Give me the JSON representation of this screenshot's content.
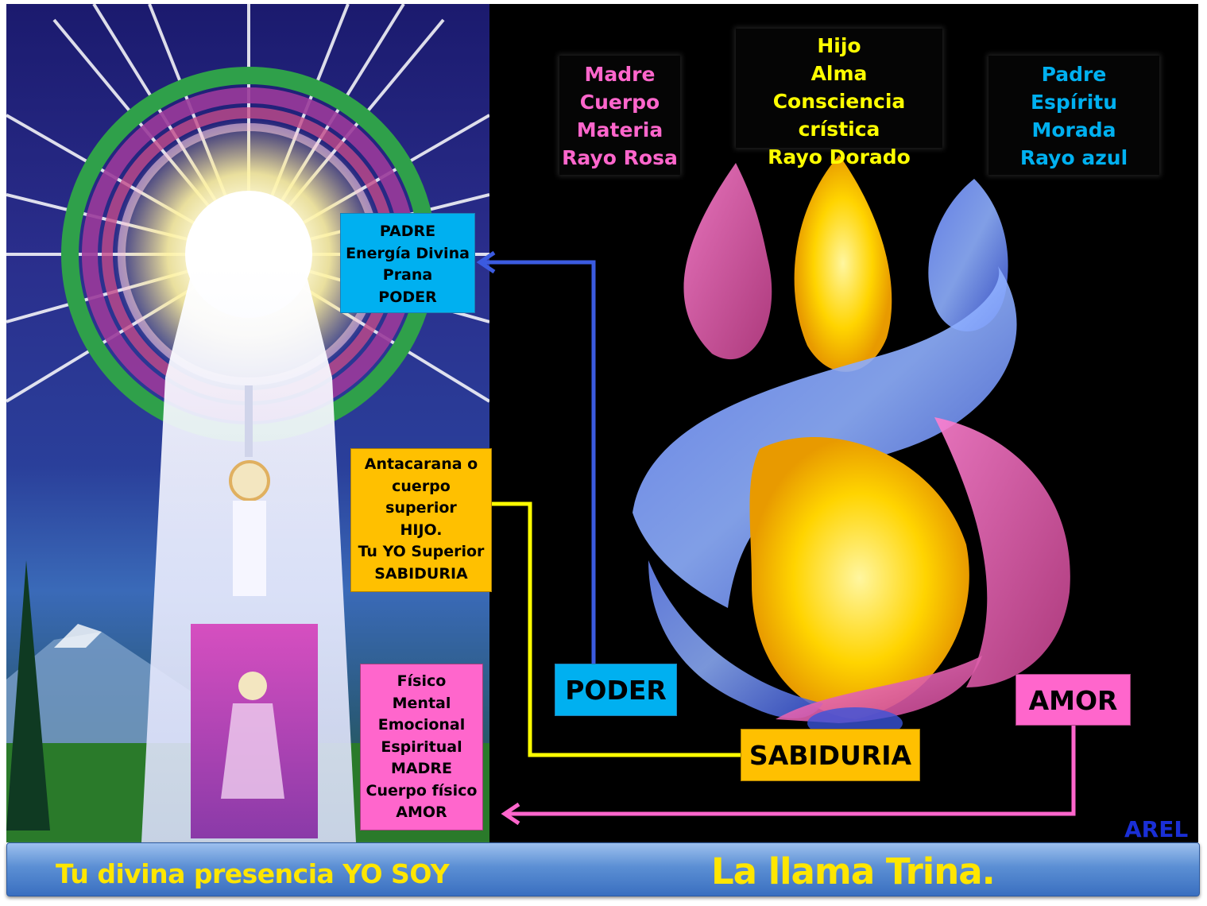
{
  "left_panel": {
    "padre_box": [
      "PADRE",
      "Energía Divina",
      "Prana",
      "PODER"
    ],
    "antacarana_box": [
      "Antacarana  o",
      "cuerpo",
      "superior",
      "HIJO.",
      "Tu YO Superior",
      "SABIDURIA"
    ],
    "fisico_box": [
      "Físico",
      "Mental",
      "Emocional",
      "Espiritual",
      "MADRE",
      "Cuerpo físico",
      "AMOR"
    ]
  },
  "right_panel": {
    "madre_box": [
      "Madre",
      "Cuerpo",
      "Materia",
      "Rayo Rosa"
    ],
    "hijo_box": [
      "Hijo",
      "Alma",
      "Consciencia crística",
      "Rayo Dorado"
    ],
    "padre_box": [
      "Padre",
      "Espíritu",
      "Morada",
      "Rayo azul"
    ],
    "poder_label": "PODER",
    "sabiduria_label": "SABIDURIA",
    "amor_label": "AMOR",
    "signature": "AREL"
  },
  "footer": {
    "left_title": "Tu divina presencia YO SOY",
    "right_title": "La llama Trina."
  },
  "colors": {
    "cyan": "#00b0f0",
    "gold": "#ffc000",
    "pink": "#ff66cc",
    "yellow_text": "#ffe600",
    "blue_arrow": "#3b5be0",
    "yellow_arrow": "#ffff00",
    "pink_arrow": "#ff66cc"
  }
}
